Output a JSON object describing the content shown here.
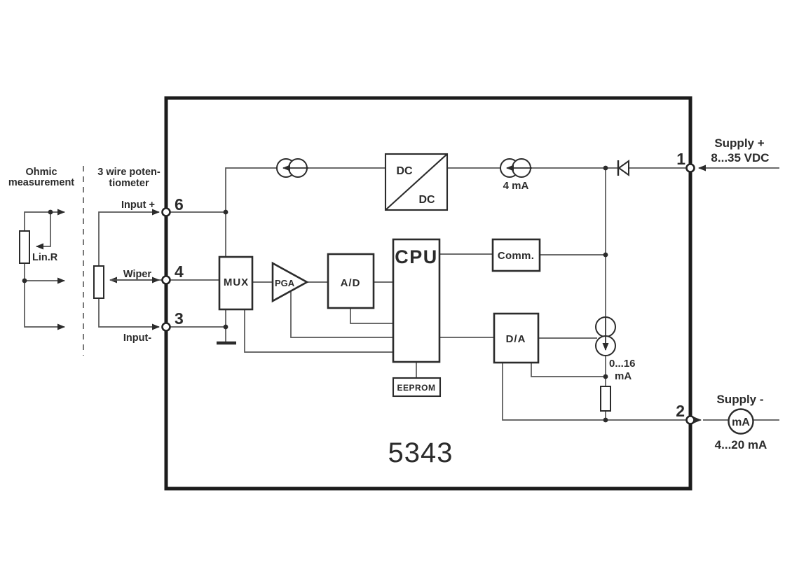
{
  "device": {
    "model": "5343"
  },
  "colors": {
    "wire": "#565656",
    "block_border": "#2b2b2b",
    "device_border": "#1c1c1c",
    "text": "#2b2b2b",
    "background": "#ffffff"
  },
  "sections": {
    "ohmic": {
      "title1": "Ohmic",
      "title2": "measurement",
      "resistor_label": "Lin.R"
    },
    "potentiometer": {
      "title1": "3 wire poten-",
      "title2": "tiometer",
      "input_plus": "Input +",
      "wiper": "Wiper",
      "input_minus": "Input-"
    }
  },
  "terminals": {
    "t6": "6",
    "t4": "4",
    "t3": "3",
    "t1": "1",
    "t2": "2"
  },
  "blocks": {
    "mux": "MUX",
    "pga": "PGA",
    "adc": "A/D",
    "cpu": "CPU",
    "comm": "Comm.",
    "dac": "D/A",
    "eeprom": "EEPROM",
    "dcdc_top": "DC",
    "dcdc_bottom": "DC"
  },
  "labels": {
    "current_4ma": "4 mA",
    "current_range_1": "0...16",
    "current_range_2": "mA",
    "supply_plus_1": "Supply +",
    "supply_plus_2": "8...35 VDC",
    "supply_minus": "Supply -",
    "output_range": "4...20 mA",
    "meter": "mA"
  }
}
